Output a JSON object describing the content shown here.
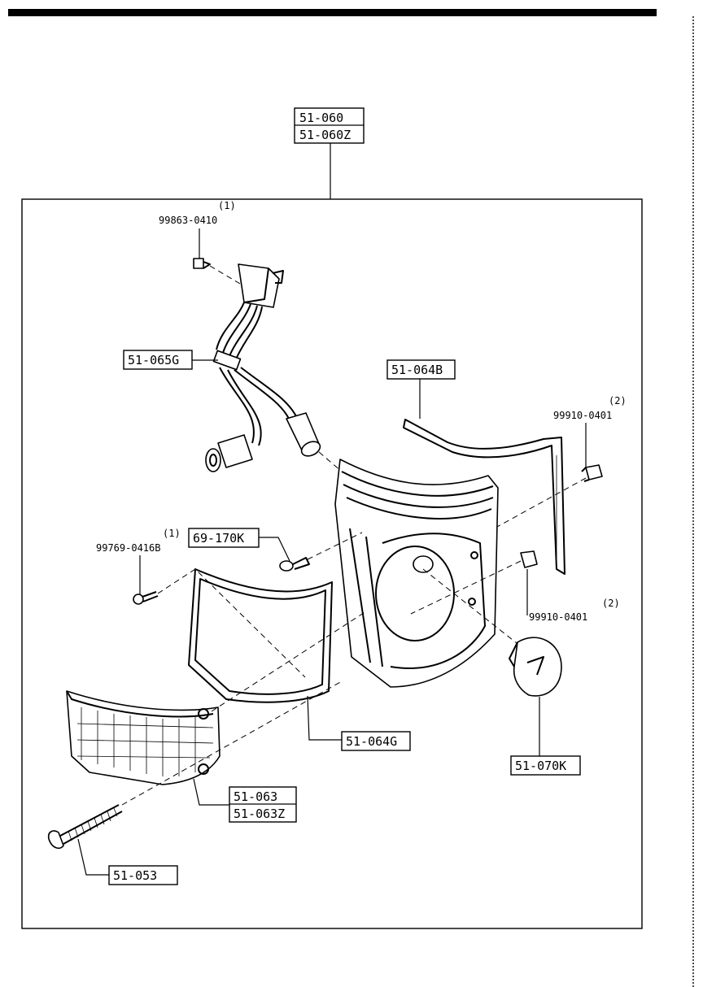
{
  "parts": {
    "assembly_line1": "51-060",
    "assembly_line2": "51-060Z",
    "screw_top_qty": "(1)",
    "screw_top_number": "99863-0410",
    "harness": "51-065G",
    "bracket": "51-064B",
    "nut_right_top_qty": "(2)",
    "nut_right_top_number": "99910-0401",
    "socket": "69-170K",
    "screw_left_qty": "(1)",
    "screw_left_number": "99769-0416B",
    "nut_right_bottom_qty": "(2)",
    "nut_right_bottom_number": "99910-0401",
    "gasket": "51-064G",
    "bulb": "51-070K",
    "lens_line1": "51-063",
    "lens_line2": "51-063Z",
    "long_screw": "51-053"
  }
}
